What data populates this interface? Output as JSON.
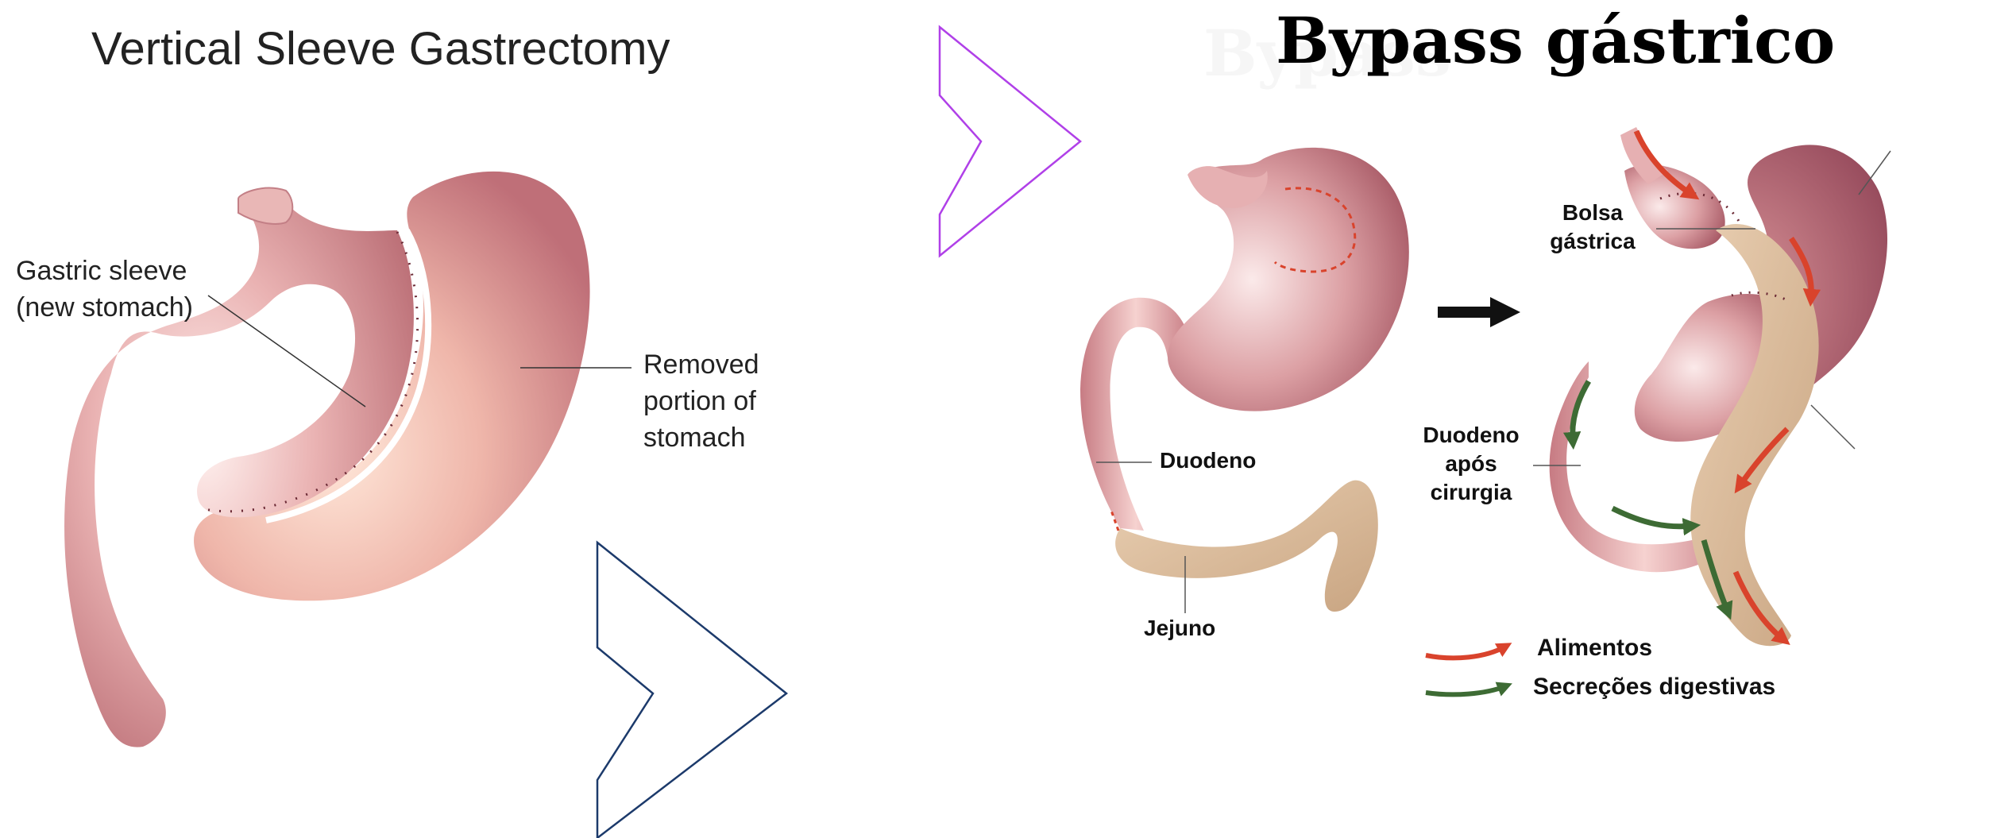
{
  "sleeve": {
    "title": "Vertical Sleeve Gastrectomy",
    "label_sleeve_line1": "Gastric sleeve",
    "label_sleeve_line2": "(new stomach)",
    "label_removed_line1": "Removed",
    "label_removed_line2": "portion of",
    "label_removed_line3": "stomach"
  },
  "bypass": {
    "title": "Bypass gástrico",
    "label_duodeno": "Duodeno",
    "label_jejuno": "Jejuno",
    "label_bolsa_line1": "Bolsa",
    "label_bolsa_line2": "gástrica",
    "label_duodeno_apos_line1": "Duodeno",
    "label_duodeno_apos_line2": "após",
    "label_duodeno_apos_line3": "cirurgia",
    "legend_food": "Alimentos",
    "legend_secretions": "Secreções digestivas"
  },
  "colors": {
    "chevron_purple": "#b040e8",
    "chevron_navy": "#1c3a6b",
    "food_arrow": "#d9432c",
    "secretion_arrow": "#3d6b34",
    "stomach_pink": "#d88a8e",
    "jejunum_tan": "#e2c4a4"
  }
}
